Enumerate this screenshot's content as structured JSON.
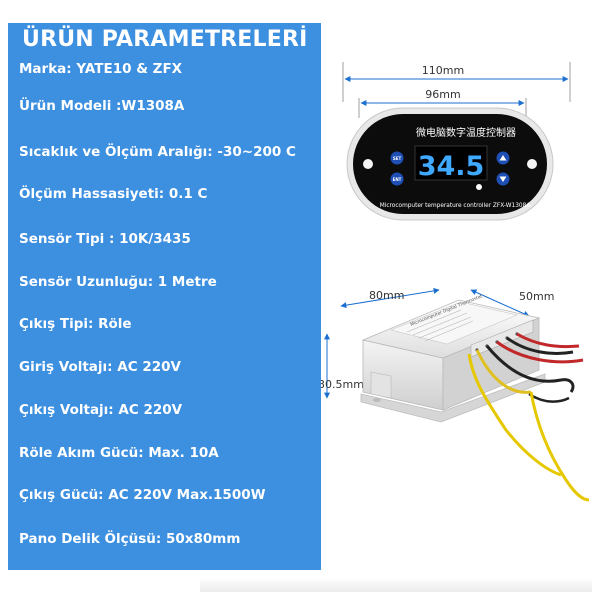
{
  "title": "ÜRÜN PARAMETRELERİ",
  "params": [
    "Marka: YATE10 & ZFX",
    "Ürün Modeli :W1308A",
    "Sıcaklık ve Ölçüm Aralığı: -30~200 C",
    "Ölçüm Hassasiyeti: 0.1 C",
    "Sensör Tipi : 10K/3435",
    "Sensör Uzunluğu: 1 Metre",
    "Çıkış Tipi: Röle",
    "Giriş Voltajı: AC 220V",
    "Çıkış Voltajı: AC 220V",
    "Röle Akım Gücü: Max. 10A",
    "Çıkış Gücü: AC 220V Max.1500W",
    "Pano Delik Ölçüsü: 50x80mm"
  ],
  "front_view": {
    "width_label": "110mm",
    "inner_width_label": "96mm",
    "chinese_label": "微电脑数字温度控制器",
    "display_value": "34.5",
    "btn_set": "SET",
    "btn_ent": "ENT",
    "model_label": "Microcomputer temperature controller ZFX-W1308A"
  },
  "side_view": {
    "length_label": "80mm",
    "depth_label": "50mm",
    "height_label": "30.5mm",
    "housing_label": "Microcomputer Digital Thermostat"
  },
  "colors": {
    "panel_bg": "#3d8fe0",
    "display_digits": "#3fa9ff",
    "dimension_lines": "#1a6fd0"
  }
}
